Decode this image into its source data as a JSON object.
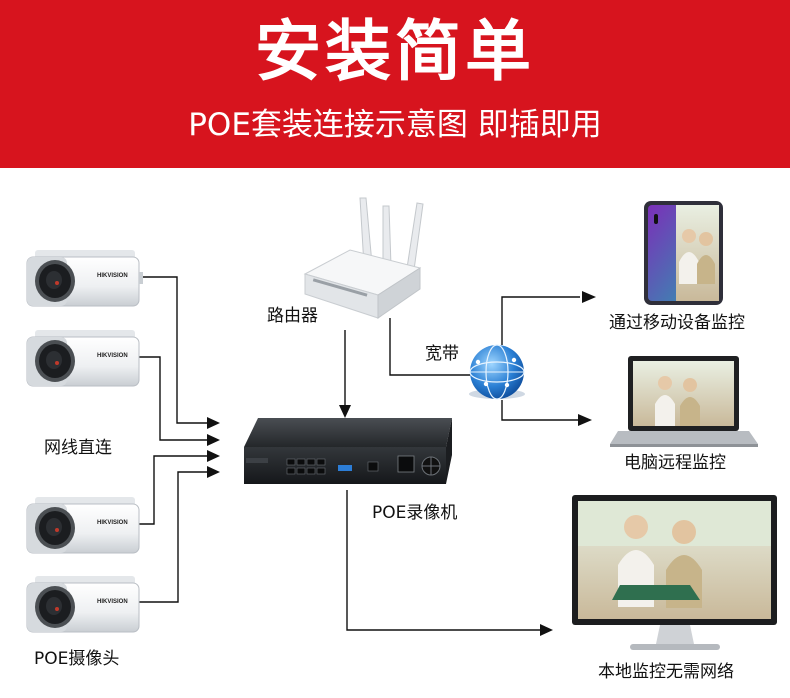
{
  "banner": {
    "title": "安装简单",
    "subtitle": "POE套装连接示意图 即插即用"
  },
  "labels": {
    "router": "路由器",
    "broadband": "宽带",
    "network_direct": "网线直连",
    "nvr": "POE录像机",
    "poe_camera": "POE摄像头",
    "mobile": "通过移动设备监控",
    "pc": "电脑远程监控",
    "local": "本地监控无需网络"
  },
  "camera_brand": "HIKVISION",
  "colors": {
    "banner_red": "#d7141e",
    "line": "#111111"
  }
}
